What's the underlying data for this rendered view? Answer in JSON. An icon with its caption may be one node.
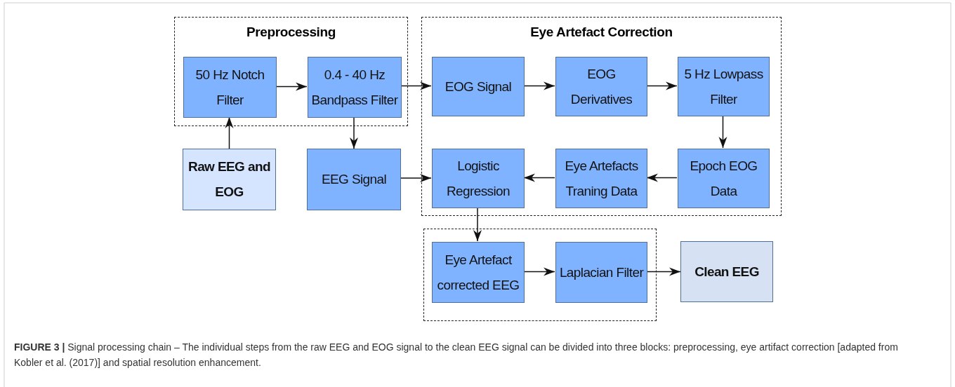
{
  "diagram": {
    "caption": "**FIGURE 3 |** Signal processing chain – The individual steps from the raw EEG and EOG signal to the clean EEG signal can be divided into three blocks: preprocessing, eye artifact correction [adapted from Kobler et al. (2017)] and spatial resolution enhancement.",
    "nodes": [
      {
        "text": [
          "Preprocessing"
        ]
      },
      {
        "text": [
          "50 Hz Notch Filter"
        ],
        "in": 0
      },
      {
        "text": [
          "0.4 - 40 Hz Bandpass Filter"
        ],
        "in": 0
      },
      {
        "text": [
          "Raw EEG and EOG"
        ]
      },
      {
        "text": [
          "EEG Signal"
        ]
      },
      {
        "text": [
          "Eye Artefact Correction"
        ]
      },
      {
        "text": [
          "EOG Signal"
        ],
        "in": 5
      },
      {
        "text": [
          "EOG Derivatives"
        ],
        "in": 5
      },
      {
        "text": [
          "5 Hz Lowpass Filter"
        ],
        "in": 5
      },
      {
        "text": [
          "Logistic Regression"
        ],
        "in": 5
      },
      {
        "text": [
          "Eye Artefacts Traning Data"
        ],
        "in": 5
      },
      {
        "text": [
          "Epoch EOG Data"
        ],
        "in": 5
      },
      {
        "text": [],
        "shape": "box"
      },
      {
        "text": [
          "Eye Artefact corrected EEG"
        ],
        "in": 12
      },
      {
        "text": [
          "Laplacian Filter"
        ],
        "in": 12
      },
      {
        "text": [
          "Clean EEG"
        ]
      }
    ],
    "edges": [
      {
        "from": 1,
        "to": 2,
        "arrow": "to"
      },
      {
        "from": 2,
        "to": 6,
        "arrow": "to"
      },
      {
        "from": 3,
        "to": 1,
        "arrow": "to"
      },
      {
        "from": 2,
        "to": 4,
        "arrow": "to"
      },
      {
        "from": 4,
        "to": 9,
        "arrow": "to"
      },
      {
        "from": 6,
        "to": 7,
        "arrow": "to"
      },
      {
        "from": 7,
        "to": 8,
        "arrow": "to"
      },
      {
        "from": 8,
        "to": 11,
        "arrow": "to"
      },
      {
        "from": 11,
        "to": 10,
        "arrow": "to"
      },
      {
        "from": 10,
        "to": 9,
        "arrow": "to"
      },
      {
        "from": 9,
        "to": 13,
        "arrow": "to"
      },
      {
        "from": 13,
        "to": 14,
        "arrow": "to"
      },
      {
        "from": 14,
        "to": 15,
        "arrow": "to"
      }
    ]
  }
}
